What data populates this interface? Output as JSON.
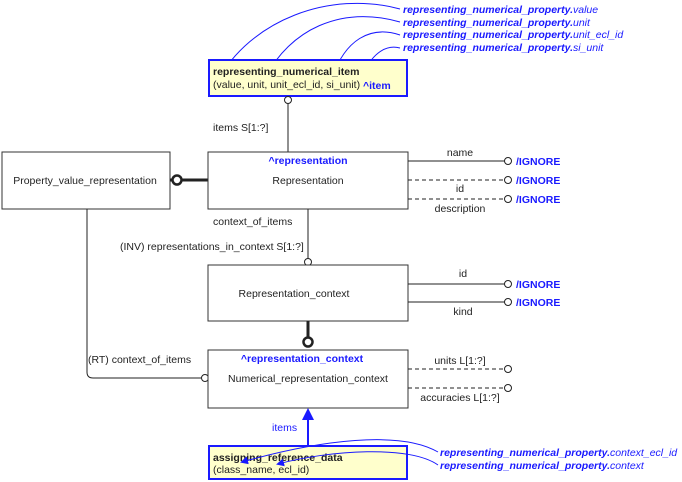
{
  "top_refs": [
    "representing_numerical_property.",
    "value",
    "unit",
    "unit_ecl_id",
    "si_unit"
  ],
  "entity_item": {
    "title": "representing_numerical_item",
    "params": "(value, unit, unit_ecl_id, si_unit)",
    "tag": "^item"
  },
  "items_label": "items S[1:?]",
  "representation": {
    "tag": "^representation",
    "name": "Representation"
  },
  "pvr": {
    "name": "Property_value_representation"
  },
  "rep_attrs": {
    "name": "name",
    "id": "id",
    "description": "description",
    "ignore": "/IGNORE"
  },
  "context_of_items": "context_of_items",
  "inv_label": "(INV) representations_in_context S[1:?]",
  "rep_context": {
    "name": "Representation_context",
    "id": "id",
    "kind": "kind"
  },
  "rt_label": "(RT) context_of_items",
  "num_context": {
    "tag": "^representation_context",
    "name": "Numerical_representation_context",
    "units": "units L[1:?]",
    "accuracies": "accuracies L[1:?]"
  },
  "items_arrow_label": "items",
  "entity_ard": {
    "title": "assigning_reference_data",
    "params": "(class_name, ecl_id)"
  },
  "bottom_refs": {
    "prefix": "representing_numerical_property.",
    "a": "context_ecl_id",
    "b": "context"
  },
  "colors": {
    "accent": "#1a1aff",
    "entity_fill": "#ffffcc"
  }
}
